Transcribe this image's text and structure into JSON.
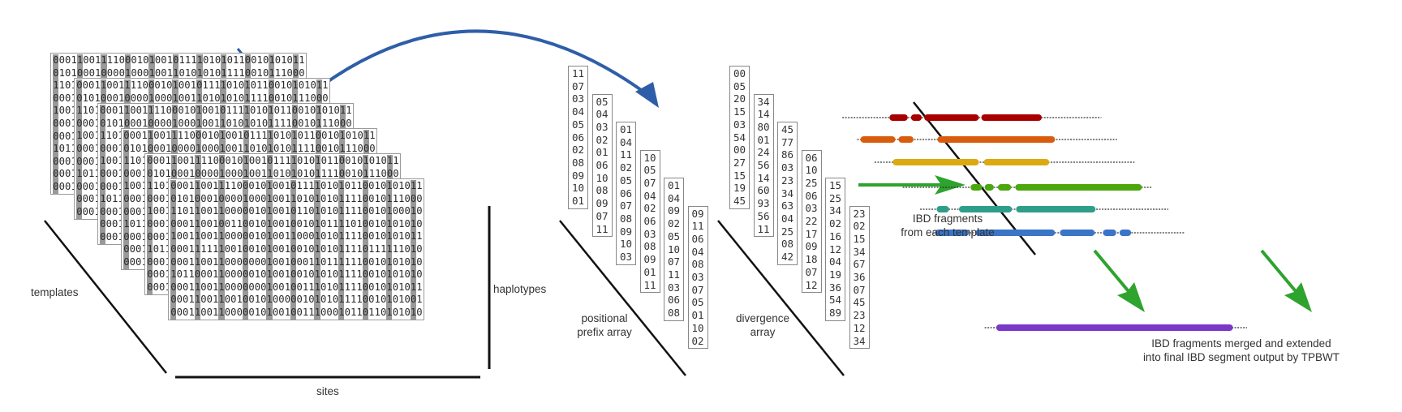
{
  "colors": {
    "blue_arrow": "#2f5ea8",
    "green_arrow": "#2ea32e",
    "stripe": "#999999",
    "axis": "#111111"
  },
  "templates": {
    "label": "templates",
    "haplotypes_label": "haplotypes",
    "sites_label": "sites",
    "back_rows": [
      "0001100111100010100101111010101100101010101101",
      "0101000100001000100110101010111100101110001 1",
      "110",
      "000",
      "100",
      "000",
      "000",
      "101",
      "000",
      "000"
    ],
    "front_matrix": [
      "000110011110001010010111101010110010101011 01",
      "0101000100001000100110101010111100101110001 1",
      "110110011000001010010110101011110010100010 01",
      "0001100100110010100100101011110100101010100 1",
      "100110011000001010011000101011110010101011 01",
      "000111111001001010010010101011110111111010 00",
      "000110011000000010010001101111110010101010 01",
      "101100011000001010010010101011110010101010 01",
      "000110011000000010010011101011110010101011 00",
      "000110011001001010000010101011110010101001 11",
      "000110011000001010010011100010110110101010 01"
    ]
  },
  "prefix_array": {
    "label_line1": "positional",
    "label_line2": "prefix array",
    "columns": [
      [
        "11",
        "07",
        "03",
        "04",
        "05",
        "06",
        "02",
        "08",
        "09",
        "10",
        "01"
      ],
      [
        "05",
        "04",
        "03",
        "02",
        "01",
        "06",
        "10",
        "08",
        "09",
        "07",
        "11"
      ],
      [
        "01",
        "04",
        "11",
        "02",
        "05",
        "06",
        "07",
        "08",
        "09",
        "10",
        "03"
      ],
      [
        "10",
        "05",
        "07",
        "04",
        "02",
        "06",
        "03",
        "08",
        "09",
        "01",
        "11"
      ],
      [
        "01",
        "04",
        "09",
        "02",
        "05",
        "10",
        "07",
        "11",
        "03",
        "06",
        "08"
      ],
      [
        "09",
        "11",
        "06",
        "04",
        "08",
        "03",
        "07",
        "05",
        "01",
        "10",
        "02"
      ]
    ]
  },
  "divergence_array": {
    "label_line1": "divergence",
    "label_line2": "array",
    "columns": [
      [
        "00",
        "05",
        "20",
        "15",
        "03",
        "54",
        "00",
        "27",
        "15",
        "19",
        "45"
      ],
      [
        "34",
        "14",
        "80",
        "01",
        "24",
        "56",
        "14",
        "60",
        "93",
        "56",
        "11"
      ],
      [
        "45",
        "77",
        "86",
        "03",
        "23",
        "34",
        "63",
        "04",
        "25",
        "08",
        "42"
      ],
      [
        "06",
        "10",
        "25",
        "06",
        "03",
        "22",
        "17",
        "09",
        "18",
        "07",
        "12"
      ],
      [
        "15",
        "25",
        "34",
        "02",
        "16",
        "12",
        "04",
        "19",
        "36",
        "54",
        "89"
      ],
      [
        "23",
        "02",
        "15",
        "34",
        "67",
        "36",
        "07",
        "45",
        "23",
        "12",
        "34"
      ]
    ]
  },
  "ibd": {
    "fragments_label_line1": "IBD fragments",
    "fragments_label_line2": "from each template",
    "merged_label_line1": "IBD fragments merged and extended",
    "merged_label_line2": "into final IBD segment output by TPBWT",
    "axis_range": [
      0,
      500
    ],
    "tracks": [
      {
        "name": "template-1",
        "color": "#a80000",
        "extent": [
          8,
          321
        ],
        "segments": [
          [
            65,
            87
          ],
          [
            91,
            104
          ],
          [
            107,
            173
          ],
          [
            176,
            249
          ]
        ]
      },
      {
        "name": "template-2",
        "color": "#d95c0c",
        "extent": [
          26,
          340
        ],
        "segments": [
          [
            30,
            72
          ],
          [
            76,
            94
          ],
          [
            123,
            265
          ]
        ]
      },
      {
        "name": "template-3",
        "color": "#dcaa10",
        "extent": [
          47,
          361
        ],
        "segments": [
          [
            69,
            173
          ],
          [
            179,
            258
          ]
        ]
      },
      {
        "name": "template-4",
        "color": "#4aa80e",
        "extent": [
          81,
          382
        ],
        "segments": [
          [
            163,
            177
          ],
          [
            180,
            191
          ],
          [
            196,
            212
          ],
          [
            217,
            370
          ]
        ]
      },
      {
        "name": "template-5",
        "color": "#2f9e88",
        "extent": [
          102,
          402
        ],
        "segments": [
          [
            122,
            137
          ],
          [
            149,
            213
          ],
          [
            218,
            314
          ]
        ]
      },
      {
        "name": "template-6",
        "color": "#3a75c8",
        "extent": [
          117,
          422
        ],
        "segments": [
          [
            120,
            161
          ],
          [
            169,
            265
          ],
          [
            271,
            313
          ],
          [
            323,
            339
          ],
          [
            343,
            357
          ]
        ]
      }
    ],
    "merged": {
      "name": "final-segment",
      "color": "#7a38c8",
      "extent": [
        180,
        497
      ],
      "segments": [
        [
          194,
          480
        ]
      ]
    }
  }
}
